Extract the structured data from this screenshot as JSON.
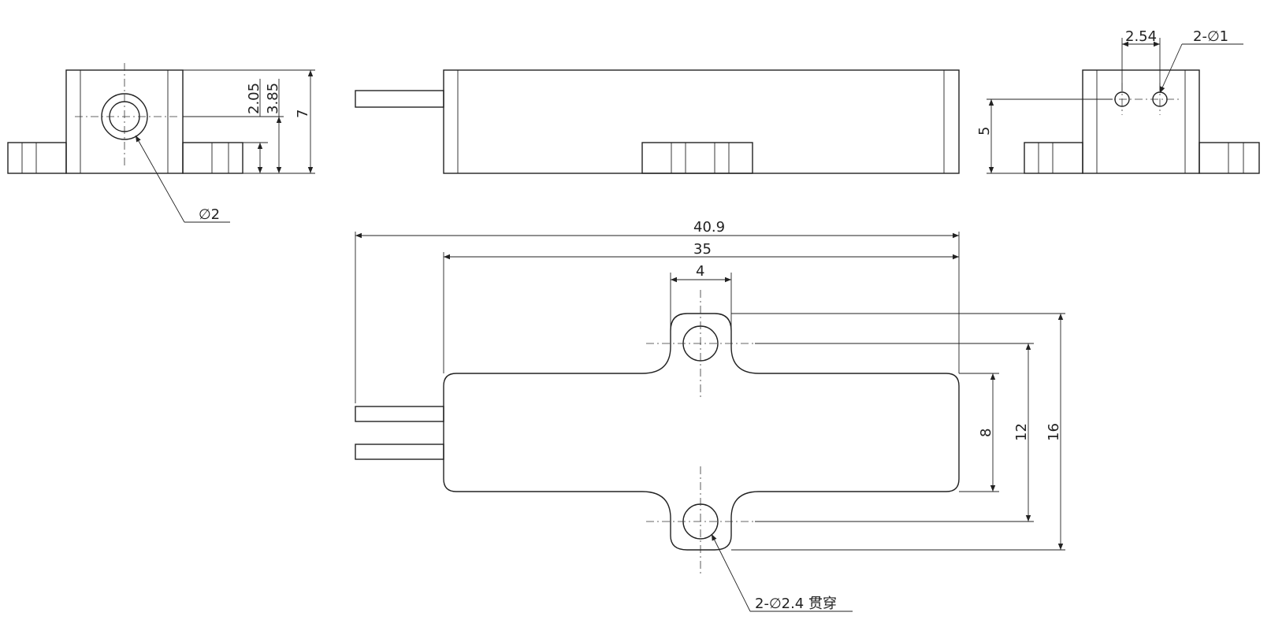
{
  "front_view": {
    "dims": {
      "d1": "2.05",
      "d2": "3.85",
      "d3": "7"
    },
    "hole_note": "∅2"
  },
  "side_view": {
    "dims": {
      "d1": "2.54",
      "d2": "5"
    },
    "hole_note": "2-∅1"
  },
  "top_view": {
    "dims": {
      "overall": "40.9",
      "body": "35",
      "tab": "4",
      "h8": "8",
      "h12": "12",
      "h16": "16"
    },
    "hole_note": "2-∅2.4 贯穿"
  }
}
